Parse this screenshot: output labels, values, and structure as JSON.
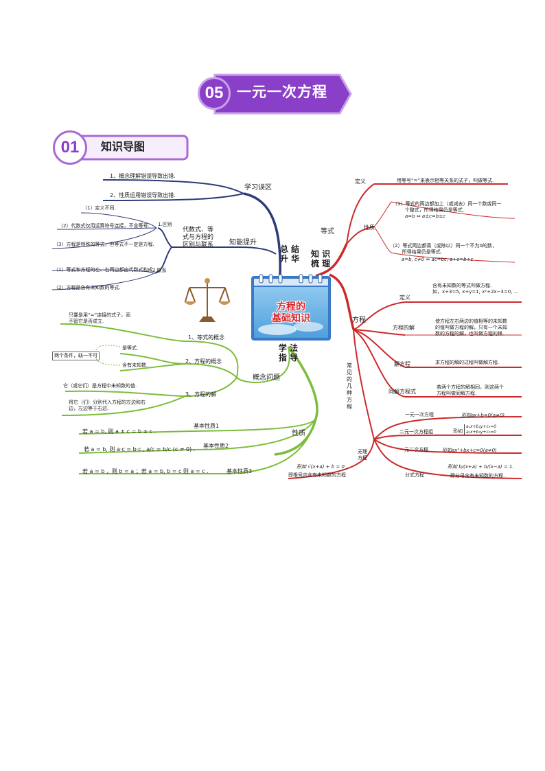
{
  "title": {
    "number": "05",
    "text": "一元一次方程"
  },
  "section": {
    "number": "01",
    "text": "知识导图"
  },
  "center": {
    "line1": "方程的",
    "line2": "基础知识"
  },
  "hubs": {
    "summary": "总 结\n升 华",
    "knowledge": "知 识\n梳 理",
    "method": "学 法\n指 导"
  },
  "left_top": {
    "mistakes": "学习误区",
    "mistake1": "1、概念理解错误导致出错.",
    "mistake2": "2、性质运用错误导致出错.",
    "improve": "知能提升",
    "compare": "代数式、等\n式与方程的\n区别与联系",
    "diff": "1.区别",
    "diff1": "（1）定义不同.",
    "diff2": "（2）代数式仅用运算符号连接，不含等号.",
    "diff3": "（3）方程是特殊的等式，但等式不一定是方程.",
    "link": "2.联系",
    "link1": "（1）等式和方程的左、右两边都由代数式构成.",
    "link2": "（2）方程是含有未知数的等式."
  },
  "left_bottom": {
    "concepts": "概念问题",
    "c1": "1、等式的概念",
    "c1_desc": "只要是用“=”连接的式子，而\n不管它是否成立.",
    "c2": "2、方程的概念",
    "c2_a": "是等式.",
    "c2_b": "含有未知数.",
    "c2_note": "两个条件，缺一不可",
    "c3": "3、方程的解",
    "c3_a": "它（或它们）是方程中未知数的值.",
    "c3_b": "将它（们）分别代入方程的左边和右\n边，左边等于右边.",
    "props": "性质",
    "p1": "基本性质1",
    "p1_desc": "若 a = b, 则 a ± c = b ± c .",
    "p2": "基本性质2",
    "p2_desc": "若  a = b, 则 a·c = b·c ,    a/c = b/c (c ≠ 0)  .",
    "p3": "基本性质3",
    "p3_desc": "若 a = b ，则 b = a ；若 a = b, b = c  则 a = c ."
  },
  "right_top": {
    "equality": "等式",
    "def": "定义",
    "def_desc": "用等号“=”来表示相等关系的式子，叫做等式.",
    "prop": "性质",
    "prop1": "（1）等式的两边都加上（或减去）同一个数或同一\n        个整式，所得结果仍是等式.",
    "prop1_f": "a=b ⇔ a±c=b±c",
    "prop2": "（2）等式两边都乘（或除以）同一个不为0的数，\n        所得结果仍是等式.",
    "prop2_f": "a=b, c≠0  ⇔ ac=bc, a÷c=b÷c"
  },
  "right_bottom": {
    "equation": "方程",
    "def": "定义",
    "def_desc": "含有未知数的等式叫做方程.\n如，x+3=5, x+y=1, x²+2x−3=0, …",
    "solution": "方程的解",
    "solution_desc": "使方程左右两边的值相等的未知数\n的值叫做方程的解，只有一个未知\n数的方程的解，也叫做方程的根.",
    "solve": "解方程",
    "solve_desc": "求方程的解的过程叫做解方程.",
    "same": "同解方程式",
    "same_desc": "若两个方程的解相同，则这两个\n方程叫做同解方程.",
    "common": "常\n见\n的\n几\n种\n方\n程",
    "linear1": "一元一次方程",
    "linear1_f": "形如ax+b=0(a≠0)",
    "system": "二元一次方程组",
    "system_f1": "形如",
    "system_f2": "a₁x+b₁y+c₁=0\na₂x+b₂y+c₂=0",
    "quad": "一元二次方程",
    "quad_f": "形如ax²+bx+c=0(a≠0)",
    "frac": "分式方程",
    "frac_f": "形如 b/(x+a) + b/(x−a) = 1.",
    "frac_note": "即分母含有未知数的方程.",
    "irr": "无理\n方程",
    "irr_f": "形如 √(x+a) + b = 0 ,",
    "irr_note": "即根号内含有未知数的方程."
  },
  "colors": {
    "purple": "#8a3fc8",
    "navy": "#2f3a78",
    "red": "#cc2a2a",
    "green": "#7bbd3a"
  }
}
